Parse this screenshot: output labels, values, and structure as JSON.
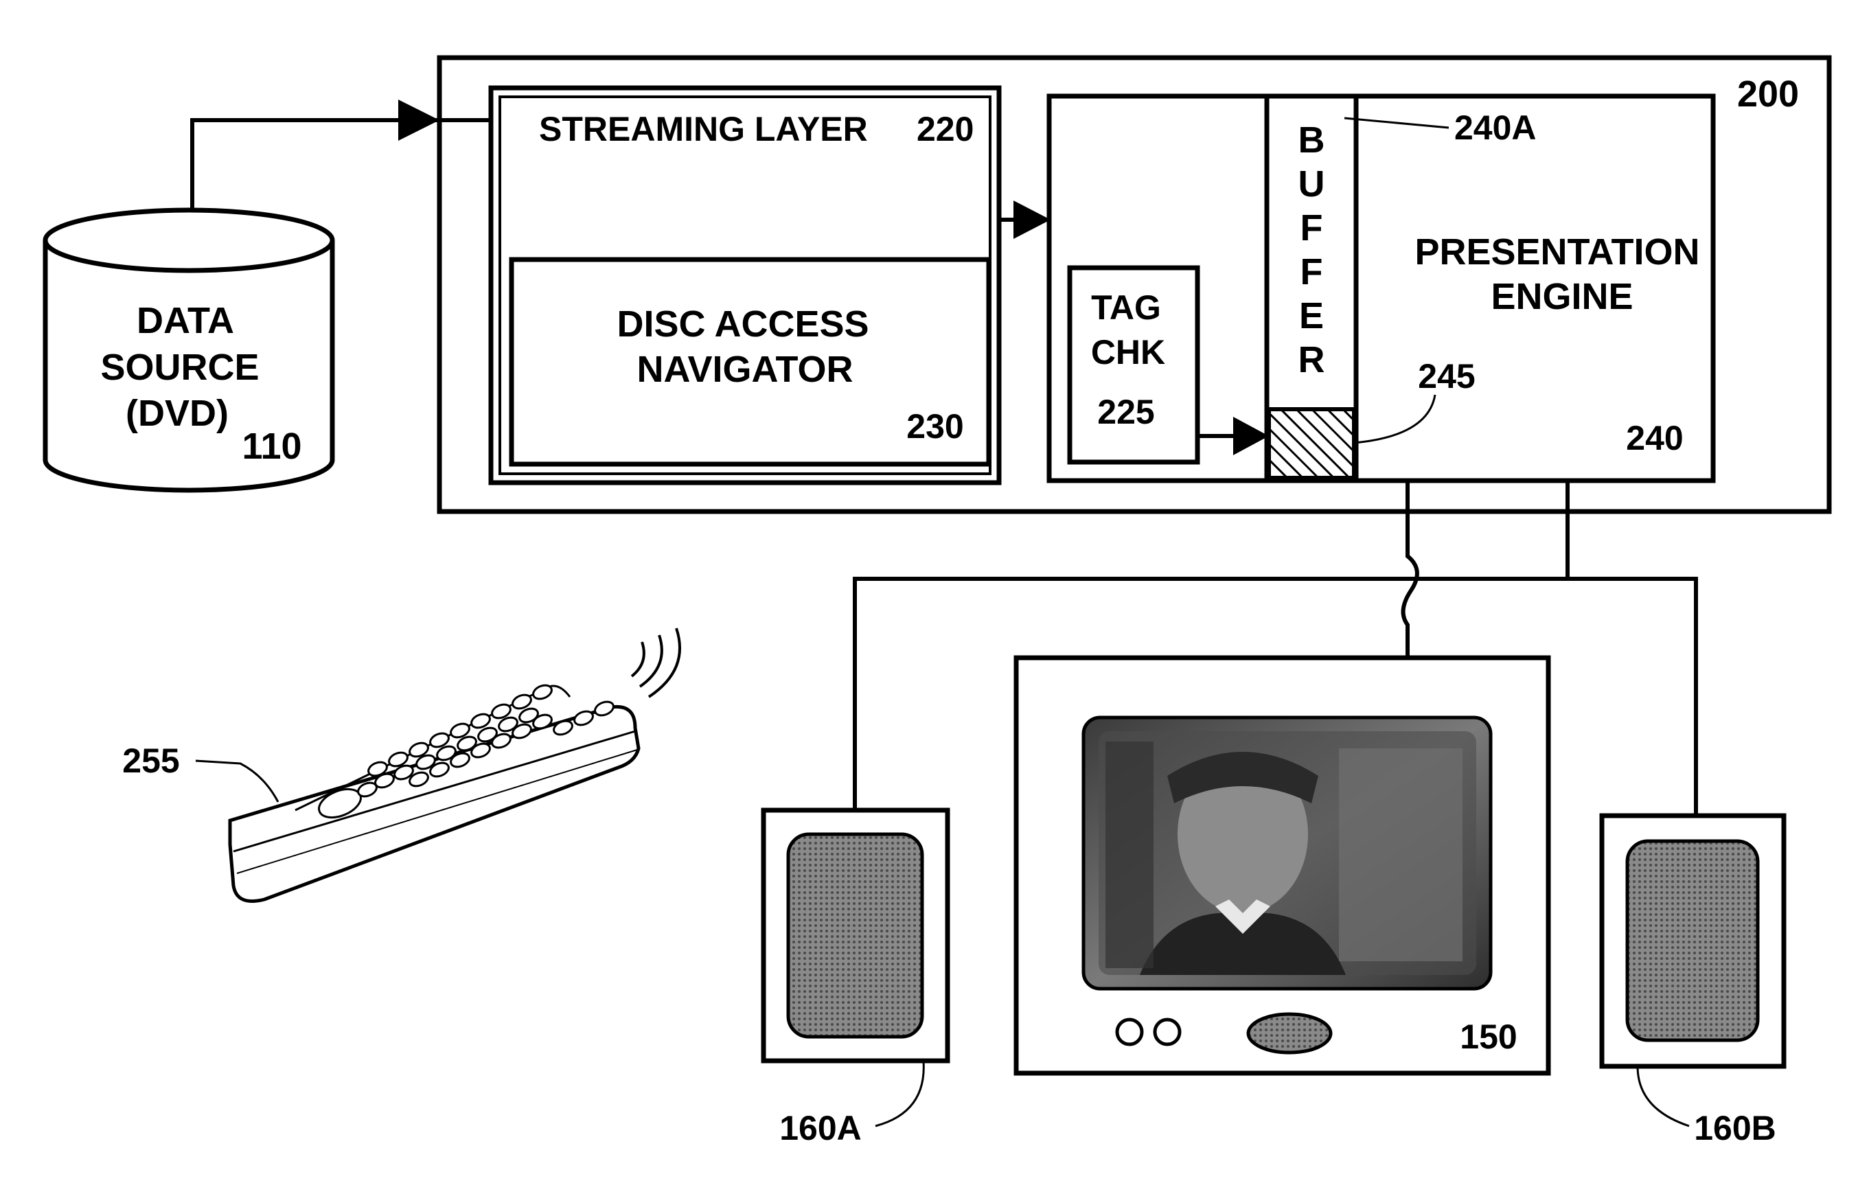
{
  "data_source": {
    "lines": [
      "DATA",
      "SOURCE",
      "(DVD)"
    ],
    "ref": "110"
  },
  "system": {
    "ref": "200"
  },
  "streaming_layer": {
    "label": "STREAMING LAYER",
    "ref": "220"
  },
  "disc_access_navigator": {
    "lines": [
      "DISC ACCESS",
      "NAVIGATOR"
    ],
    "ref": "230"
  },
  "tag_check": {
    "lines": [
      "TAG",
      "CHK"
    ],
    "ref": "225"
  },
  "buffer": {
    "letters": [
      "B",
      "U",
      "F",
      "F",
      "E",
      "R"
    ],
    "ref": "240A"
  },
  "presentation_engine": {
    "lines": [
      "PRESENTATION",
      "ENGINE"
    ],
    "ref": "240"
  },
  "hatched_region": {
    "ref": "245"
  },
  "remote": {
    "ref": "255"
  },
  "television": {
    "ref": "150"
  },
  "speaker_left": {
    "ref": "160A"
  },
  "speaker_right": {
    "ref": "160B"
  },
  "colors": {
    "ink": "#000000",
    "speaker_fill": "#777777",
    "screen_fill": "#5a5a5a",
    "background": "#ffffff"
  }
}
